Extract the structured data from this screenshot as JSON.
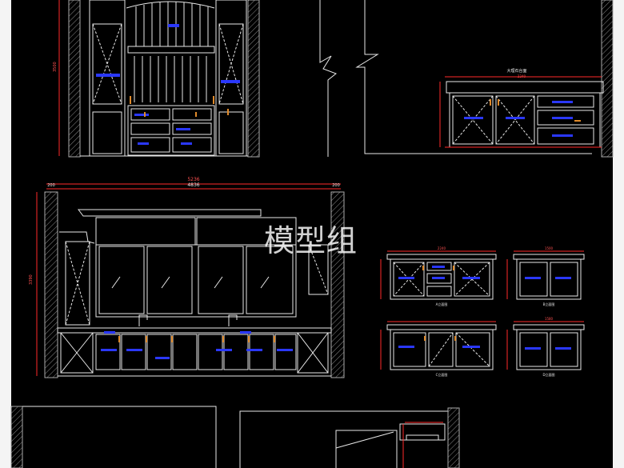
{
  "watermark": "模型组",
  "colors": {
    "background": "#000000",
    "line": "#e8e8e8",
    "dimension": "#ff2a2a",
    "note": "#2a38ff",
    "handle": "#e08a2a",
    "hatch": "#9a9a9a"
  },
  "dimensions": {
    "total_width": "5236",
    "inner_width": "4836",
    "left_margin": "200",
    "right_margin": "200",
    "total_height": "3390",
    "top_height": "3500",
    "island_width": "2240",
    "side_top": "1500",
    "small_width": "1580"
  },
  "notes": {
    "island_top": "大理石台面",
    "island_top_dim": "2240"
  },
  "captions": {
    "elev_a": "A立面图",
    "elev_b": "B立面图",
    "elev_c": "C立面图",
    "elev_d": "D立面图"
  }
}
